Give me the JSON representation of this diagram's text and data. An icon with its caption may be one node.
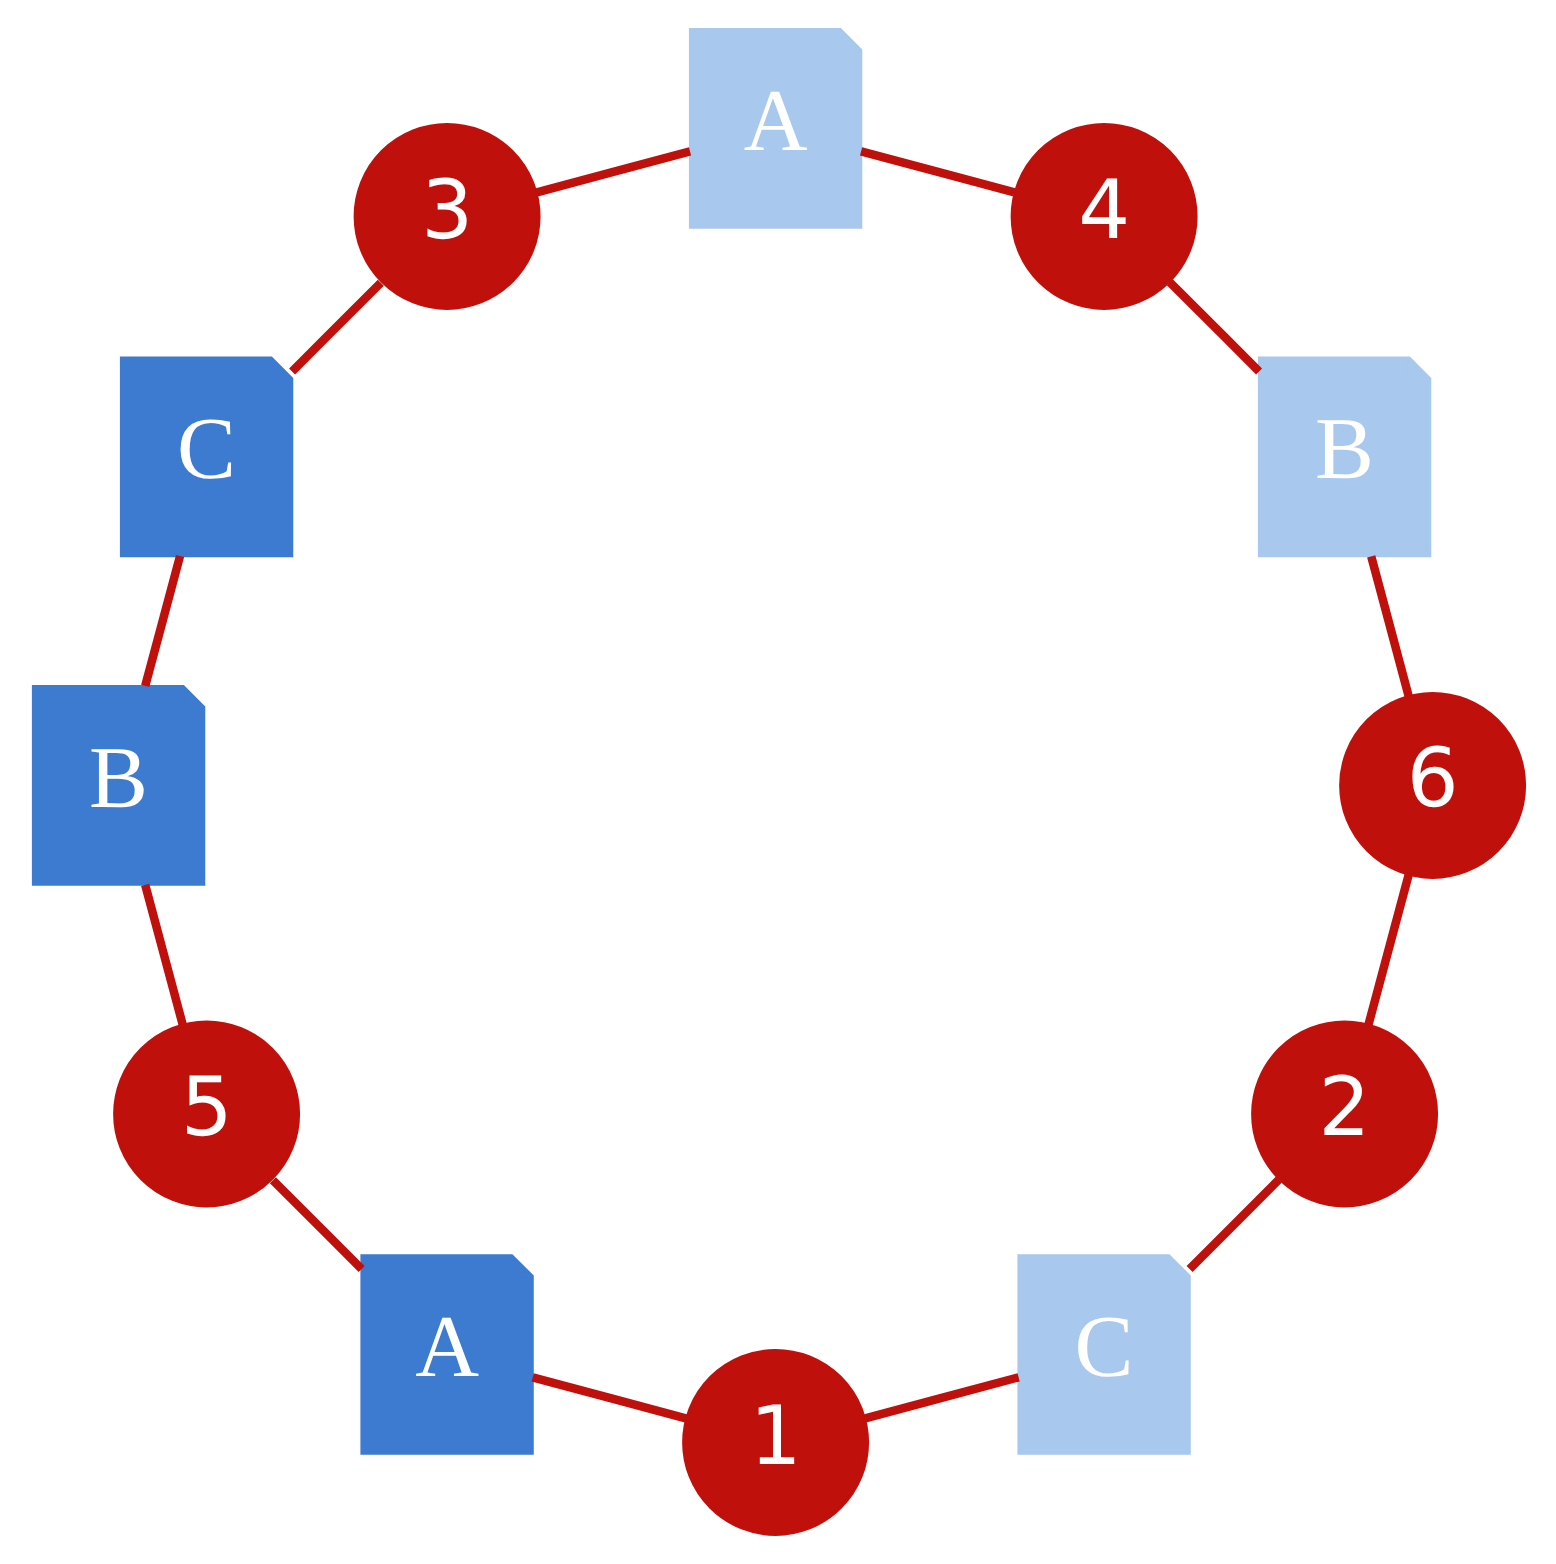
{
  "diagram": {
    "nodes": [
      {
        "text": [
          "2"
        ]
      },
      {
        "text": [
          "C"
        ]
      },
      {
        "text": [
          "1"
        ]
      },
      {
        "text": [
          "A"
        ]
      },
      {
        "text": [
          "5"
        ]
      },
      {
        "text": [
          "B"
        ]
      },
      {
        "text": [
          "C"
        ]
      },
      {
        "text": [
          "3"
        ]
      },
      {
        "text": [
          "A"
        ]
      },
      {
        "text": [
          "4"
        ]
      },
      {
        "text": [
          "B"
        ]
      },
      {
        "text": [
          "6"
        ]
      }
    ],
    "edges": [
      {
        "from": 0,
        "to": 1,
        "arrow": "none"
      },
      {
        "from": 1,
        "to": 2,
        "arrow": "none"
      },
      {
        "from": 2,
        "to": 3,
        "arrow": "none"
      },
      {
        "from": 3,
        "to": 4,
        "arrow": "none"
      },
      {
        "from": 4,
        "to": 5,
        "arrow": "none"
      },
      {
        "from": 5,
        "to": 6,
        "arrow": "none"
      },
      {
        "from": 6,
        "to": 7,
        "arrow": "none"
      },
      {
        "from": 7,
        "to": 8,
        "arrow": "none"
      },
      {
        "from": 8,
        "to": 9,
        "arrow": "none"
      },
      {
        "from": 9,
        "to": 10,
        "arrow": "none"
      },
      {
        "from": 10,
        "to": 11,
        "arrow": "none"
      },
      {
        "from": 11,
        "to": 0,
        "arrow": "none"
      }
    ]
  }
}
